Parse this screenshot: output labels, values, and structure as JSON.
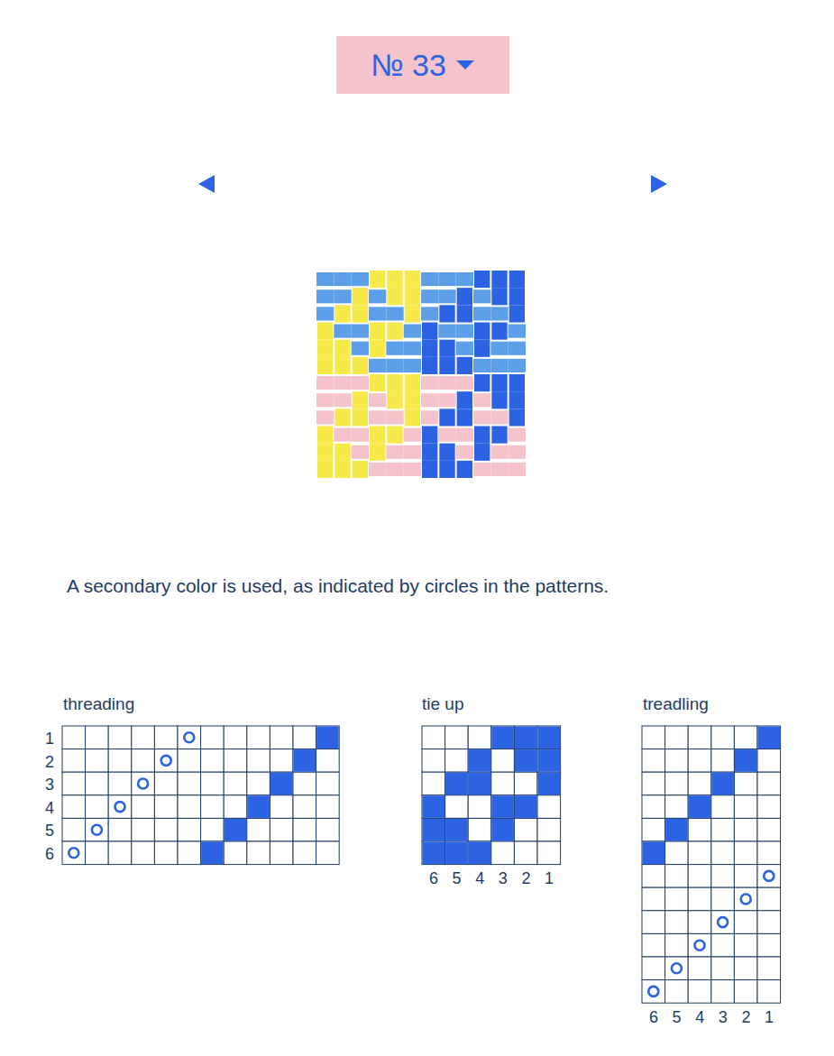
{
  "diagram": {
    "nodes": [
      {
        "text": [
          "№ 33"
        ]
      }
    ],
    "labels": [
      "A secondary color is used, as indicated by circles in the patterns.",
      "threading",
      "1",
      "2",
      "3",
      "4",
      "5",
      "6",
      "tie up",
      "6",
      "5",
      "4",
      "3",
      "2",
      "1",
      "treadling",
      "6",
      "5",
      "4",
      "3",
      "2",
      "1"
    ]
  }
}
